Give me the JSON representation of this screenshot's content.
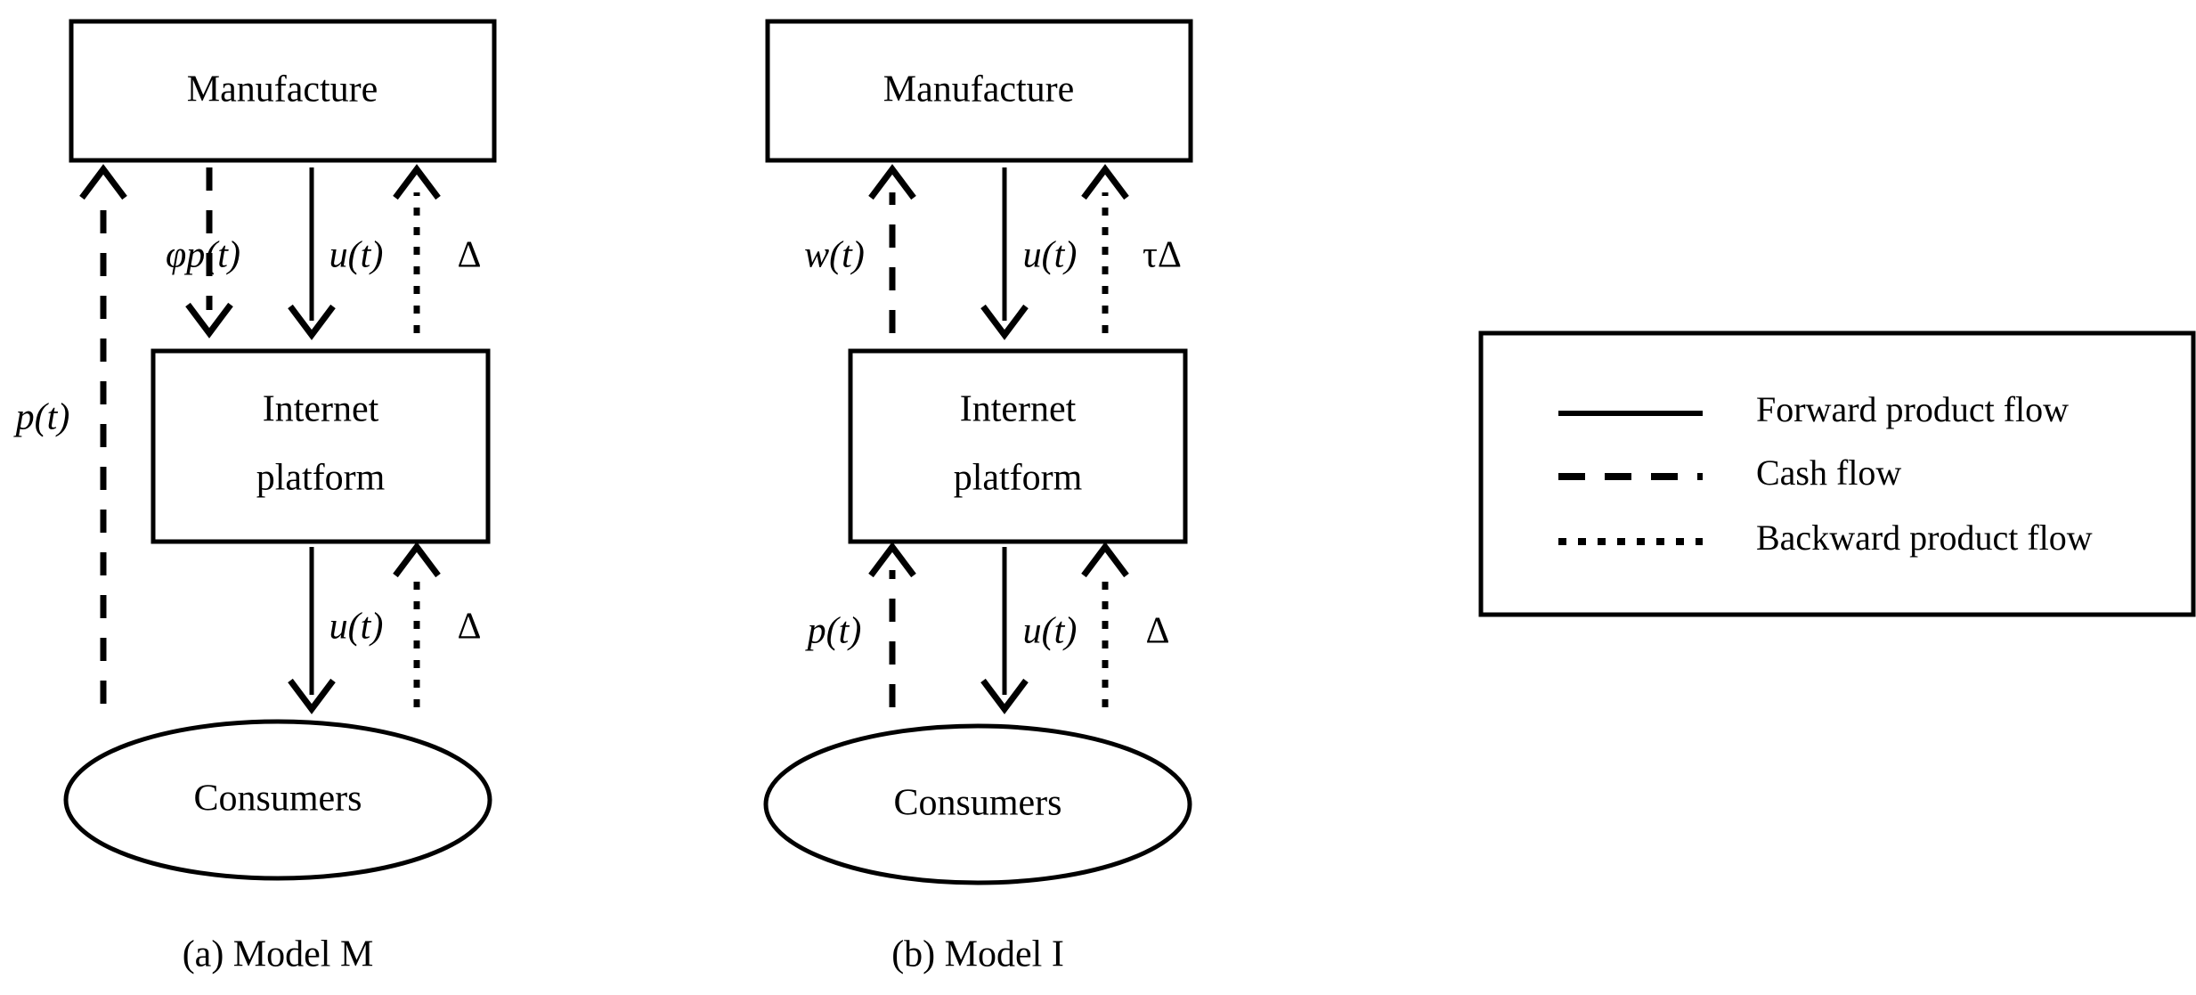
{
  "figure": {
    "type": "diagram",
    "background": "#ffffff",
    "stroke_color": "#000000",
    "panels": [
      {
        "id": "model-m",
        "caption": "(a) Model M",
        "nodes": [
          {
            "id": "manufacture",
            "shape": "rectangle",
            "label": "Manufacture"
          },
          {
            "id": "internet-platform",
            "shape": "rectangle",
            "label_line1": "Internet",
            "label_line2": "platform"
          },
          {
            "id": "consumers",
            "shape": "ellipse",
            "label": "Consumers"
          }
        ],
        "edges": [
          {
            "id": "m-p-t",
            "label": "p(t)",
            "style": "dashed",
            "direction": "up",
            "from": "consumers",
            "to": "manufacture",
            "flow": "cash"
          },
          {
            "id": "m-phi-p-t",
            "label": "φp(t)",
            "style": "dashed",
            "direction": "down",
            "from": "manufacture",
            "to": "internet-platform",
            "flow": "cash"
          },
          {
            "id": "m-u-t-top",
            "label": "u(t)",
            "style": "solid",
            "direction": "down",
            "from": "manufacture",
            "to": "internet-platform",
            "flow": "forward-product"
          },
          {
            "id": "m-delta-top",
            "label": "Δ",
            "style": "dotted",
            "direction": "up",
            "from": "internet-platform",
            "to": "manufacture",
            "flow": "backward-product"
          },
          {
            "id": "m-u-t-bottom",
            "label": "u(t)",
            "style": "solid",
            "direction": "down",
            "from": "internet-platform",
            "to": "consumers",
            "flow": "forward-product"
          },
          {
            "id": "m-delta-bottom",
            "label": "Δ",
            "style": "dotted",
            "direction": "up",
            "from": "consumers",
            "to": "internet-platform",
            "flow": "backward-product"
          }
        ]
      },
      {
        "id": "model-i",
        "caption": "(b) Model I",
        "nodes": [
          {
            "id": "manufacture",
            "shape": "rectangle",
            "label": "Manufacture"
          },
          {
            "id": "internet-platform",
            "shape": "rectangle",
            "label_line1": "Internet",
            "label_line2": "platform"
          },
          {
            "id": "consumers",
            "shape": "ellipse",
            "label": "Consumers"
          }
        ],
        "edges": [
          {
            "id": "i-w-t",
            "label": "w(t)",
            "style": "dashed",
            "direction": "up",
            "from": "internet-platform",
            "to": "manufacture",
            "flow": "cash"
          },
          {
            "id": "i-u-t-top",
            "label": "u(t)",
            "style": "solid",
            "direction": "down",
            "from": "manufacture",
            "to": "internet-platform",
            "flow": "forward-product"
          },
          {
            "id": "i-tau-delta",
            "label": "τΔ",
            "style": "dotted",
            "direction": "up",
            "from": "internet-platform",
            "to": "manufacture",
            "flow": "backward-product"
          },
          {
            "id": "i-p-t",
            "label": "p(t)",
            "style": "dashed",
            "direction": "up",
            "from": "consumers",
            "to": "internet-platform",
            "flow": "cash"
          },
          {
            "id": "i-u-t-bottom",
            "label": "u(t)",
            "style": "solid",
            "direction": "down",
            "from": "internet-platform",
            "to": "consumers",
            "flow": "forward-product"
          },
          {
            "id": "i-delta-bottom",
            "label": "Δ",
            "style": "dotted",
            "direction": "up",
            "from": "consumers",
            "to": "internet-platform",
            "flow": "backward-product"
          }
        ]
      }
    ],
    "legend": {
      "items": [
        {
          "id": "forward-product-flow",
          "label": "Forward product flow",
          "style": "solid"
        },
        {
          "id": "cash-flow",
          "label": "Cash flow",
          "style": "dashed"
        },
        {
          "id": "backward-product-flow",
          "label": "Backward product flow",
          "style": "dotted"
        }
      ]
    }
  }
}
